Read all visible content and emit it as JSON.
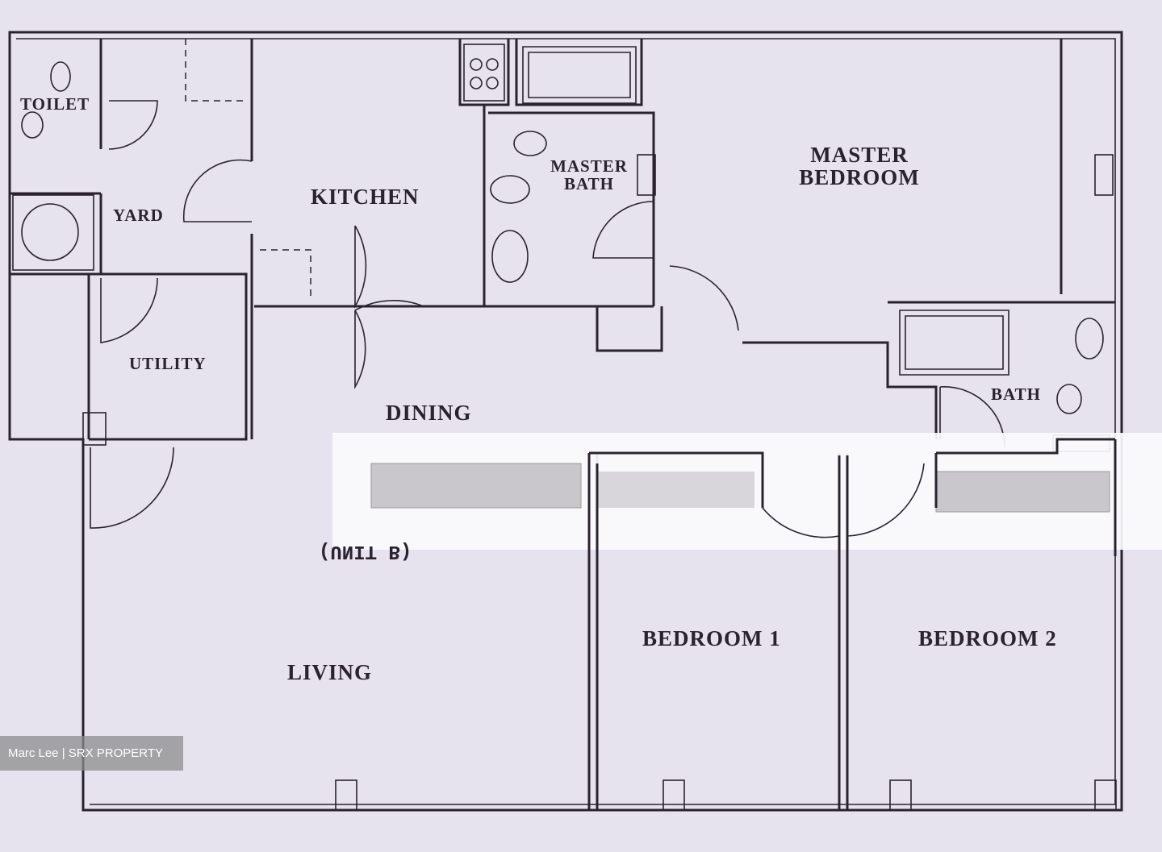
{
  "floorplan": {
    "rooms": {
      "toilet": "TOILET",
      "yard": "YARD",
      "kitchen": "KITCHEN",
      "master_bath": "MASTER BATH",
      "master_bedroom": "MASTER BEDROOM",
      "utility": "UTILITY",
      "dining": "DINING",
      "bath": "BATH",
      "living": "LIVING",
      "bedroom_1": "BEDROOM 1",
      "bedroom_2": "BEDROOM 2"
    },
    "unit_label": "(UNIT B)"
  },
  "watermark": "Marc Lee | SRX PROPERTY",
  "colors": {
    "background": "#e6e2ee",
    "lines": "#2a2230"
  }
}
